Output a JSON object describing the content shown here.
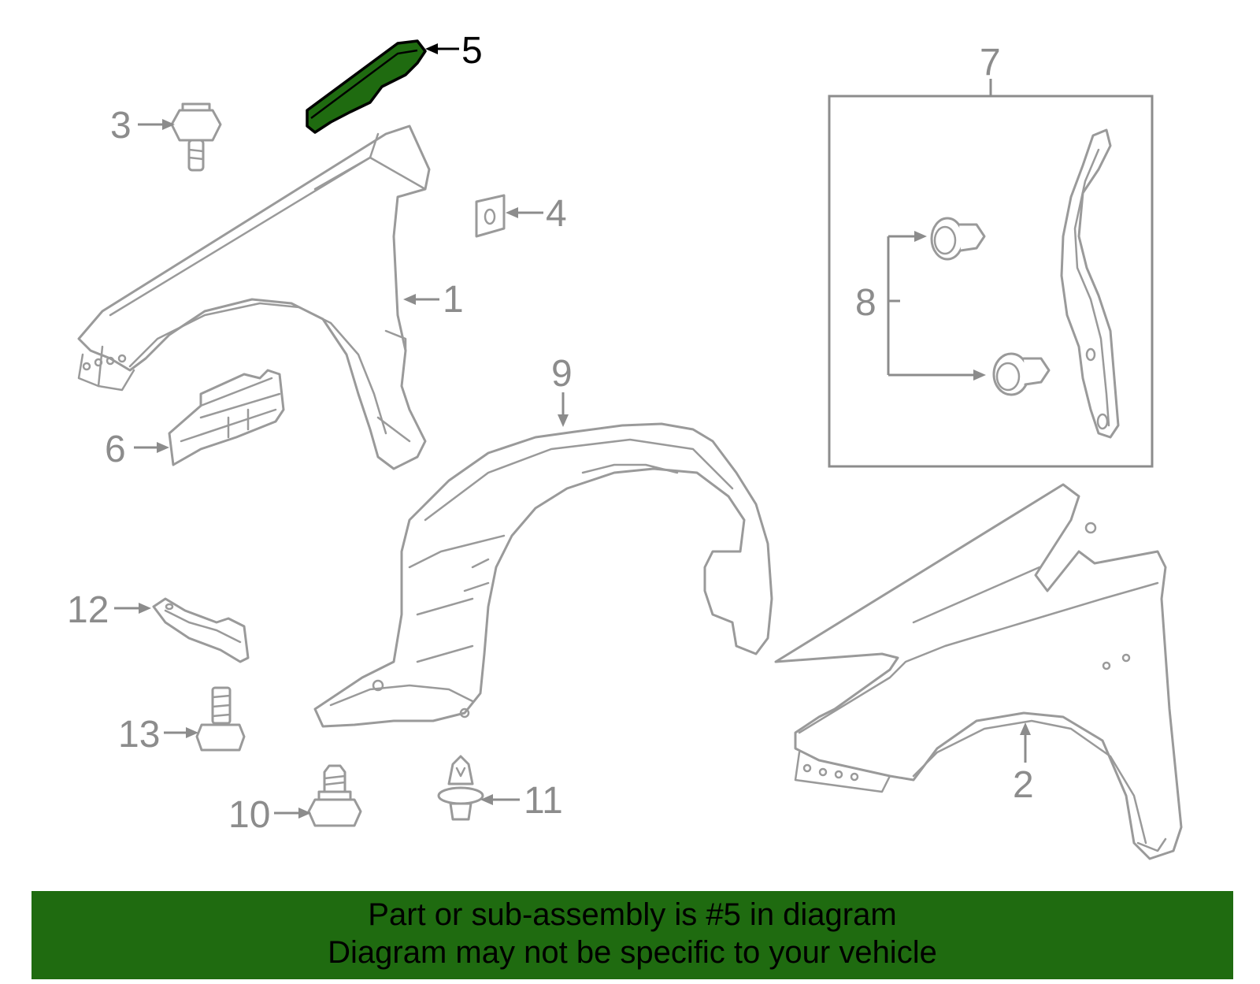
{
  "diagram": {
    "callouts": {
      "c1": "1",
      "c2": "2",
      "c3": "3",
      "c4": "4",
      "c5": "5",
      "c6": "6",
      "c7": "7",
      "c8": "8",
      "c9": "9",
      "c10": "10",
      "c11": "11",
      "c12": "12",
      "c13": "13"
    },
    "highlighted_part": "5",
    "colors": {
      "highlight": "#1f6b10",
      "part_stroke": "#9a9a9a",
      "callout": "#8c8c8c"
    }
  },
  "banner": {
    "line1": "Part or sub-assembly is #5 in diagram",
    "line2": "Diagram may not be specific to your vehicle"
  }
}
